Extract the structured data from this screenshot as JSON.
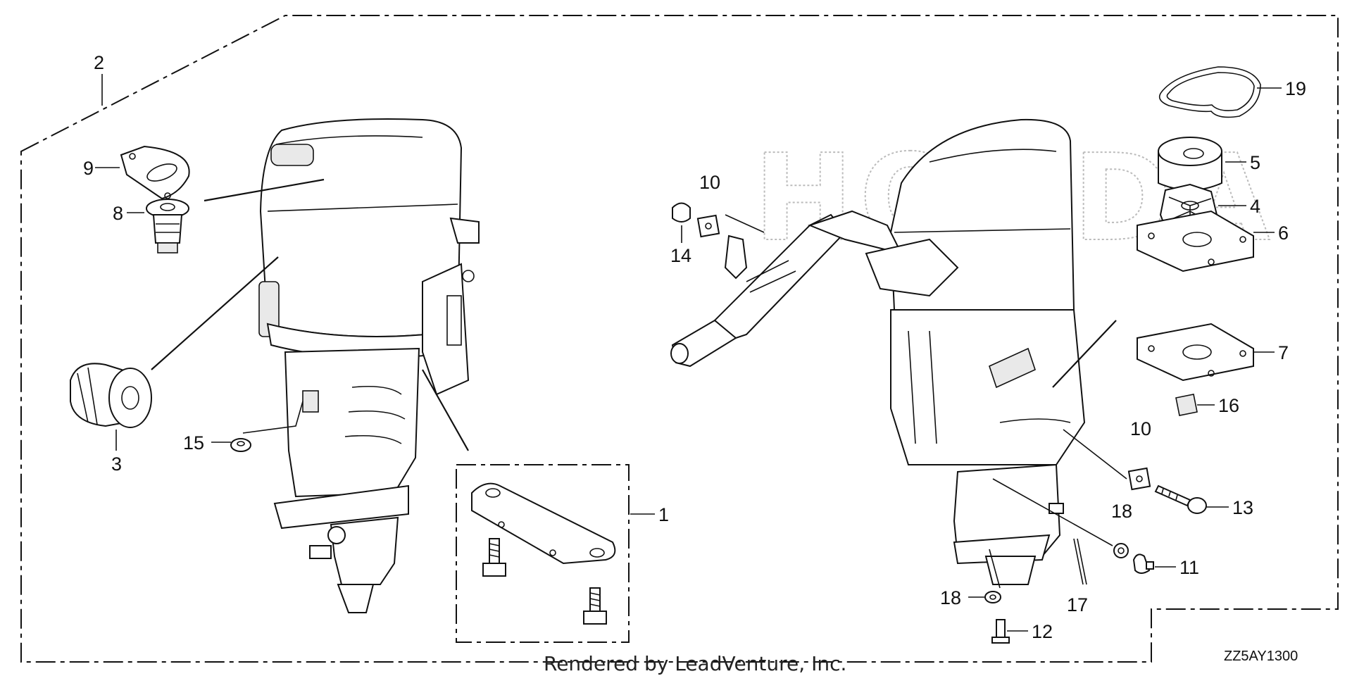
{
  "watermark": "HONDA",
  "footer": {
    "credit": "Rendered by LeadVenture, Inc.",
    "diagram_code": "ZZ5AY1300"
  },
  "callouts": {
    "c1": "1",
    "c2": "2",
    "c3": "3",
    "c4": "4",
    "c5": "5",
    "c6": "6",
    "c7": "7",
    "c8": "8",
    "c9": "9",
    "c10a": "10",
    "c10b": "10",
    "c11": "11",
    "c12": "12",
    "c13": "13",
    "c14": "14",
    "c15": "15",
    "c16": "16",
    "c17": "17",
    "c18a": "18",
    "c18b": "18",
    "c19": "19"
  }
}
